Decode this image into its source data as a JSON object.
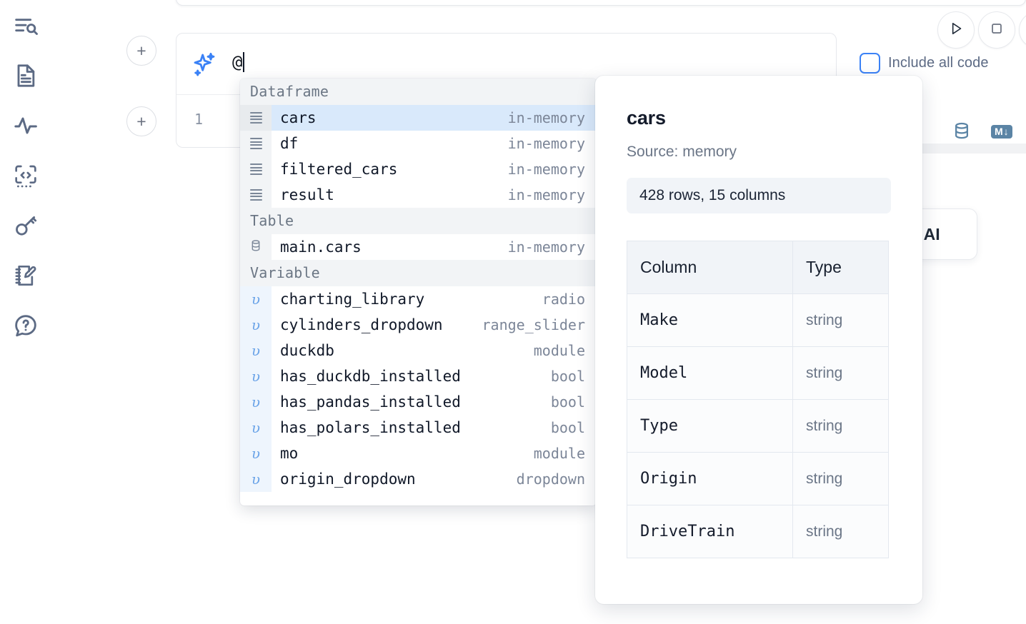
{
  "sidebar": {
    "items": [
      {
        "icon": "outline-search-icon",
        "name": "sidebar-item-explore"
      },
      {
        "icon": "document-icon",
        "name": "sidebar-item-notebook"
      },
      {
        "icon": "activity-pulse-icon",
        "name": "sidebar-item-activity"
      },
      {
        "icon": "code-snippet-icon",
        "name": "sidebar-item-snippets"
      },
      {
        "icon": "key-icon",
        "name": "sidebar-item-secrets"
      },
      {
        "icon": "notebook-pencil-icon",
        "name": "sidebar-item-scratchpad"
      },
      {
        "icon": "help-chat-icon",
        "name": "sidebar-item-help"
      }
    ]
  },
  "toolbar": {
    "add_cell_label": "+",
    "run_icon": "play-icon",
    "stop_icon": "stop-square-icon",
    "include_all_code_label": "Include all code",
    "include_all_code_checked": false,
    "database_icon": "database-icon",
    "markdown_icon": "markdown-icon",
    "markdown_badge_label": "M"
  },
  "ai_cell": {
    "sparkle_icon": "ai-sparkle-icon",
    "input_value": "@",
    "line_number": "1"
  },
  "ai_hint_card": {
    "label": "h AI"
  },
  "completion": {
    "sections": [
      {
        "title": "Dataframe",
        "items": [
          {
            "name": "cars",
            "type": "in-memory",
            "kind": "dataframe",
            "selected": true
          },
          {
            "name": "df",
            "type": "in-memory",
            "kind": "dataframe",
            "selected": false
          },
          {
            "name": "filtered_cars",
            "type": "in-memory",
            "kind": "dataframe",
            "selected": false
          },
          {
            "name": "result",
            "type": "in-memory",
            "kind": "dataframe",
            "selected": false
          }
        ]
      },
      {
        "title": "Table",
        "items": [
          {
            "name": "main.cars",
            "type": "in-memory",
            "kind": "table",
            "selected": false
          }
        ]
      },
      {
        "title": "Variable",
        "items": [
          {
            "name": "charting_library",
            "type": "radio",
            "kind": "variable",
            "selected": false
          },
          {
            "name": "cylinders_dropdown",
            "type": "range_slider",
            "kind": "variable",
            "selected": false
          },
          {
            "name": "duckdb",
            "type": "module",
            "kind": "variable",
            "selected": false
          },
          {
            "name": "has_duckdb_installed",
            "type": "bool",
            "kind": "variable",
            "selected": false
          },
          {
            "name": "has_pandas_installed",
            "type": "bool",
            "kind": "variable",
            "selected": false
          },
          {
            "name": "has_polars_installed",
            "type": "bool",
            "kind": "variable",
            "selected": false
          },
          {
            "name": "mo",
            "type": "module",
            "kind": "variable",
            "selected": false
          },
          {
            "name": "origin_dropdown",
            "type": "dropdown",
            "kind": "variable",
            "selected": false
          }
        ]
      }
    ]
  },
  "preview": {
    "title": "cars",
    "source": "Source: memory",
    "stats": "428 rows, 15 columns",
    "headers": [
      "Column",
      "Type"
    ],
    "rows": [
      {
        "column": "Make",
        "type": "string"
      },
      {
        "column": "Model",
        "type": "string"
      },
      {
        "column": "Type",
        "type": "string"
      },
      {
        "column": "Origin",
        "type": "string"
      },
      {
        "column": "DriveTrain",
        "type": "string"
      }
    ]
  },
  "colors": {
    "accent_blue": "#3b82f6",
    "selection_blue": "#d9e9fb",
    "icon_slate": "#5c6a84",
    "tool_blue": "#5b84a5",
    "section_bg": "#f2f4f6"
  }
}
